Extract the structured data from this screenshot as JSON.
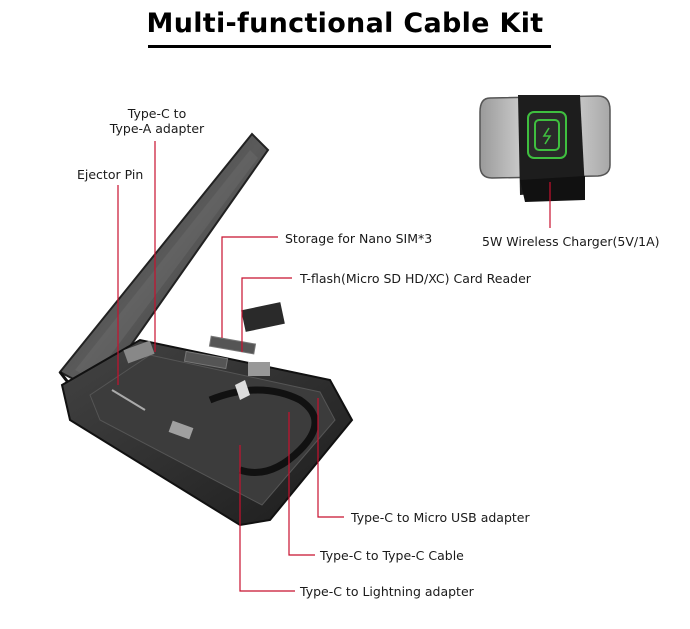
{
  "title": "Multi-functional Cable Kit",
  "labels": {
    "type_c_to_type_a_line1": "Type-C to",
    "type_c_to_type_a_line2": "Type-A adapter",
    "ejector_pin": "Ejector Pin",
    "storage_sim": "Storage for Nano SIM*3",
    "card_reader": "T-flash(Micro SD HD/XC) Card Reader",
    "wireless_charger": "5W Wireless Charger(5V/1A)",
    "micro_usb_adapter": "Type-C to Micro USB adapter",
    "type_c_cable": "Type-C to Type-C Cable",
    "lightning_adapter": "Type-C to Lightning adapter"
  },
  "colors": {
    "leader_line": "#c8102e",
    "charger_coil": "#3fbf3f",
    "kit_body": "#2b2b2b"
  }
}
